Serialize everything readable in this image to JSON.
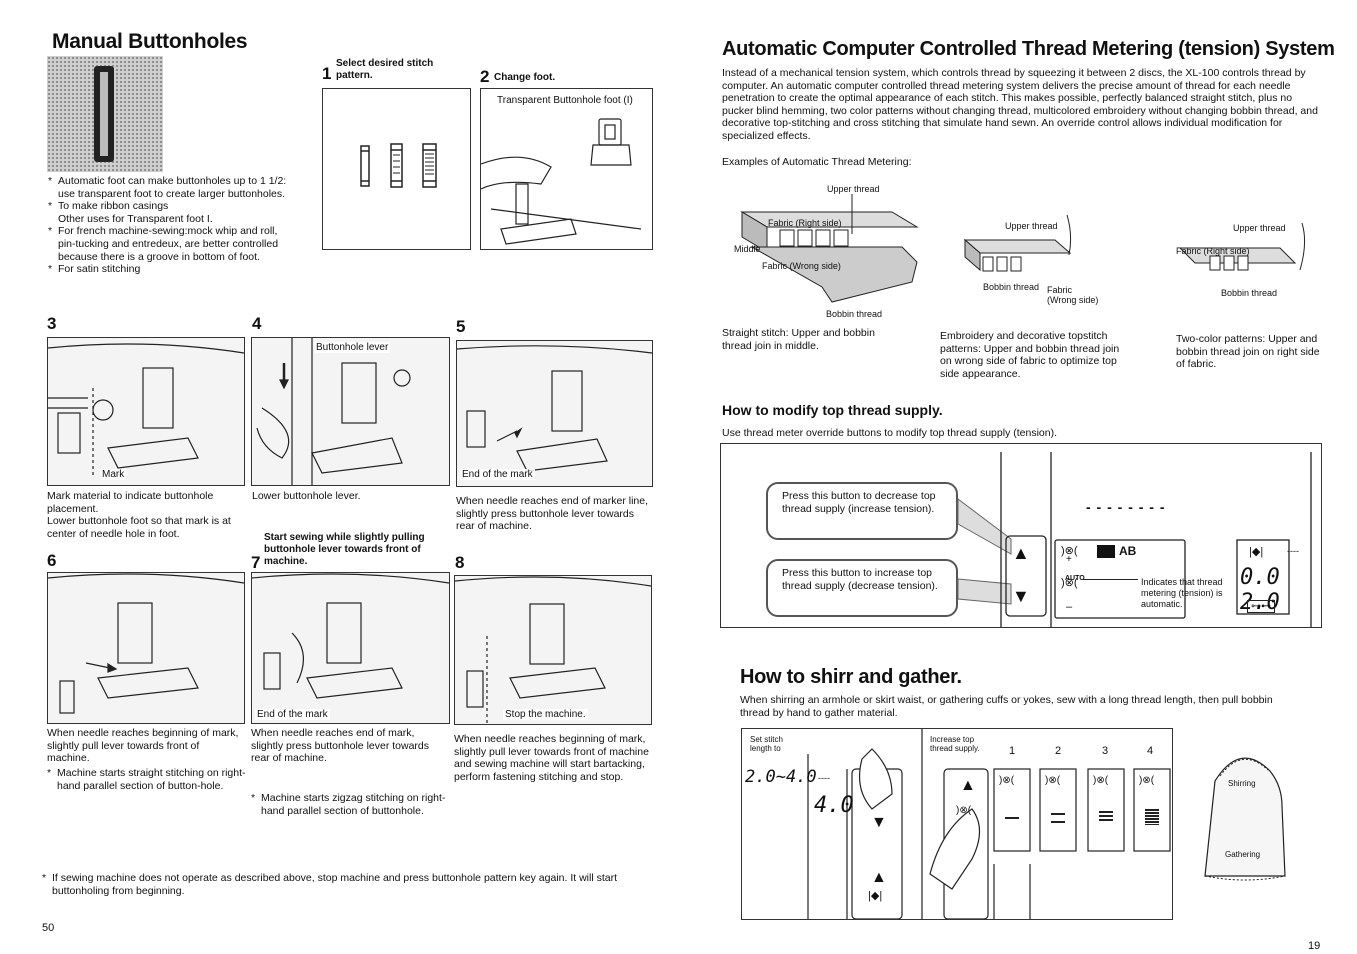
{
  "left_page": {
    "title": "Manual Buttonholes",
    "intro_bullets": [
      "Automatic foot can make buttonholes up to 1 1/2: use transparent foot to create larger buttonholes.",
      "To make ribbon casings",
      "Other uses for Transparent foot I.",
      "For french machine-sewing:mock whip and roll, pin-tucking and entredeux, are better controlled because there is a groove in bottom of foot.",
      "For satin stitching"
    ],
    "step1": {
      "number": "1",
      "text": "Select desired stitch pattern."
    },
    "step2": {
      "number": "2",
      "text": "Change foot.",
      "box_label": "Transparent Buttonhole foot (I)"
    },
    "step3": {
      "number": "3",
      "label": "Mark",
      "caption": "Mark material to indicate buttonhole placement.\nLower buttonhole foot so that mark is at center of needle hole in foot."
    },
    "step4": {
      "number": "4",
      "label": "Buttonhole lever",
      "caption": "Lower buttonhole lever."
    },
    "step5": {
      "number": "5",
      "label": "End of the mark",
      "caption": "When needle reaches end of marker line, slightly press buttonhole lever towards rear of machine."
    },
    "step6": {
      "number": "6",
      "caption": "When needle reaches beginning of mark, slightly pull lever towards front of machine.",
      "note": "Machine starts straight stitching on right-hand parallel section of button-hole."
    },
    "step7": {
      "number": "7",
      "heading": "Start sewing while slightly pulling buttonhole lever towards front of machine.",
      "label": "End of the mark",
      "caption": "When needle reaches end of mark, slightly press buttonhole lever towards rear of machine.",
      "note": "Machine starts zigzag stitching on right-hand parallel section of buttonhole."
    },
    "step8": {
      "number": "8",
      "label": "Stop the machine.",
      "caption": "When needle reaches beginning of mark, slightly pull lever towards front of machine and sewing machine will start bartacking, perform fastening stitching and stop."
    },
    "footnote": "If sewing machine does not operate as described above, stop machine and press buttonhole pattern key again. It will start buttonholing from beginning.",
    "page_number": "50"
  },
  "right_page": {
    "title": "Automatic Computer Controlled Thread Metering (tension) System",
    "intro": "Instead of a mechanical tension system, which controls thread by squeezing it between 2 discs, the XL-100 controls thread by computer. An automatic computer controlled thread metering system delivers the precise amount of thread for each needle penetration to create the optimal appearance of each stitch. This makes possible, perfectly balanced straight stitch, plus no pucker blind hemming, two color patterns without changing thread, multicolored embroidery without changing bobbin thread, and decorative top-stitching and cross stitching that simulate hand sewn. An override control allows individual modification for specialized effects.",
    "examples_label": "Examples of Automatic Thread Metering:",
    "diagram1": {
      "upper": "Upper thread",
      "fabric_right": "Fabric (Right side)",
      "middle": "Middle",
      "fabric_wrong": "Fabric (Wrong side)",
      "bobbin": "Bobbin thread",
      "caption": "Straight stitch: Upper and bobbin thread join in middle."
    },
    "diagram2": {
      "upper": "Upper thread",
      "bobbin": "Bobbin thread",
      "fabric": "Fabric",
      "fabric_wrong": "(Wrong side)",
      "caption": "Embroidery and decorative topstitch patterns: Upper and bobbin thread join on wrong side of fabric to optimize top side appearance."
    },
    "diagram3": {
      "upper": "Upper thread",
      "fabric_right": "Fabric (Right side)",
      "bobbin": "Bobbin thread",
      "caption": "Two-color patterns: Upper and bobbin thread join on right side of fabric."
    },
    "modify_heading": "How to modify top thread supply.",
    "modify_text": "Use thread meter override buttons to modify top thread supply (tension).",
    "panel": {
      "callout_decrease": "Press this button to decrease top thread supply (increase tension).",
      "callout_increase": "Press this button to increase top thread supply (decrease tension).",
      "plus": "+",
      "minus": "–",
      "ab": "AB",
      "auto": "AUTO",
      "auto_note": "Indicates that thread metering (tension) is automatic.",
      "dashes": "- - - - - - - -",
      "digits": "0.0 2.0",
      "small_dashes": "----"
    },
    "shirr_heading": "How to shirr and gather.",
    "shirr_text": "When shirring an armhole or skirt waist, or gathering cuffs or yokes, sew with a long thread length, then pull bobbin thread by hand to gather material.",
    "shirr_panel": {
      "set_stitch": "Set stitch length to",
      "lcd_range": "2.0~4.0",
      "lcd_value": "4.0",
      "lcd_dashes": "----",
      "increase_top": "Increase top thread supply.",
      "levels": [
        "1",
        "2",
        "3",
        "4"
      ]
    },
    "sleeve": {
      "shirring": "Shirring",
      "gathering": "Gathering"
    },
    "page_number": "19"
  },
  "colors": {
    "ink": "#111111",
    "paper": "#ffffff",
    "illustration_bg": "#f4f4f4",
    "dot_pattern": "#bbbbbb"
  }
}
